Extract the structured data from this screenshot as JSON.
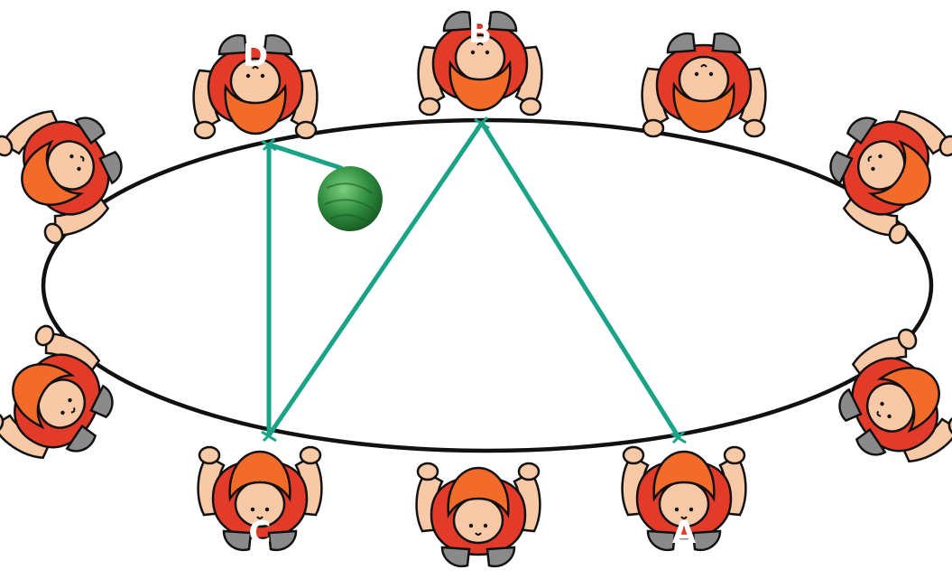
{
  "labels": {
    "A": "A",
    "B": "B",
    "C": "C",
    "D": "D"
  },
  "colors": {
    "string": "#1aa387",
    "table_outline": "#111111",
    "table_fill": "#ffffff",
    "hair": "#f26b2a",
    "shirt": "#e23b2a",
    "skin": "#f7c9a6",
    "shoe": "#8a8a8a",
    "ball": "#2e8b3e"
  },
  "icons": {
    "person": "person-top-view-icon",
    "ball": "ball-of-string-icon"
  }
}
